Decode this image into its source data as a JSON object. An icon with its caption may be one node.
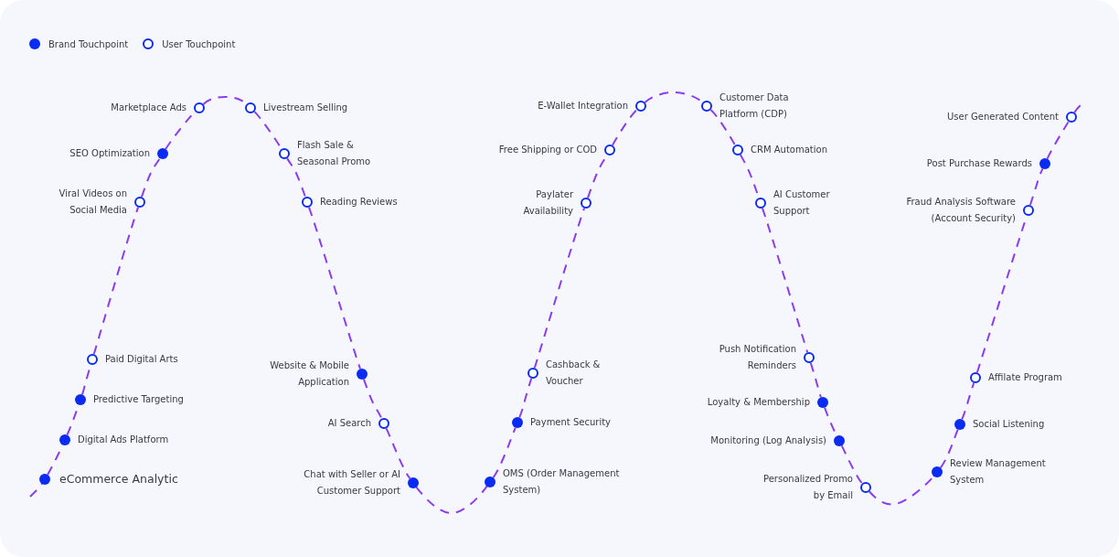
{
  "diagram": {
    "nodes": [
      {
        "text": [],
        "shape": "circle",
        "beside": [
          "eCommerce Analytic"
        ]
      },
      {
        "text": [],
        "shape": "circle",
        "beside": [
          "Digital Ads Platform"
        ]
      },
      {
        "text": [],
        "shape": "circle",
        "beside": [
          "Predictive Targeting"
        ]
      },
      {
        "text": [],
        "shape": "ring",
        "beside": [
          "Paid Digital Arts"
        ]
      },
      {
        "text": [],
        "shape": "ring",
        "beside": [
          "Viral Videos on Social Media"
        ]
      },
      {
        "text": [],
        "shape": "circle",
        "beside": [
          "SEO Optimization"
        ]
      },
      {
        "text": [],
        "shape": "ring",
        "beside": [
          "Marketplace Ads"
        ]
      },
      {
        "text": [],
        "shape": "ring",
        "beside": [
          "Livestream Selling"
        ]
      },
      {
        "text": [],
        "shape": "ring",
        "beside": [
          "Flash Sale & Seasonal Promo"
        ]
      },
      {
        "text": [],
        "shape": "ring",
        "beside": [
          "Reading Reviews"
        ]
      },
      {
        "text": [],
        "shape": "circle",
        "beside": [
          "Website & Mobile Application"
        ]
      },
      {
        "text": [],
        "shape": "ring",
        "beside": [
          "AI Search"
        ]
      },
      {
        "text": [],
        "shape": "circle",
        "beside": [
          "Chat with Seller or AI Customer Support"
        ]
      },
      {
        "text": [],
        "shape": "circle",
        "beside": [
          "OMS (Order Management System)"
        ]
      },
      {
        "text": [],
        "shape": "circle",
        "beside": [
          "Payment Security"
        ]
      },
      {
        "text": [],
        "shape": "ring",
        "beside": [
          "Cashback & Voucher"
        ]
      },
      {
        "text": [],
        "shape": "ring",
        "beside": [
          "Paylater Availability"
        ]
      },
      {
        "text": [],
        "shape": "ring",
        "beside": [
          "Free Shipping or COD"
        ]
      },
      {
        "text": [],
        "shape": "ring",
        "beside": [
          "E-Wallet Integration"
        ]
      },
      {
        "text": [],
        "shape": "ring",
        "beside": [
          "Customer Data Platform (CDP)"
        ]
      },
      {
        "text": [],
        "shape": "ring",
        "beside": [
          "CRM Automation"
        ]
      },
      {
        "text": [],
        "shape": "ring",
        "beside": [
          "AI Customer Support"
        ]
      },
      {
        "text": [],
        "shape": "ring",
        "beside": [
          "Push Notification Reminders"
        ]
      },
      {
        "text": [],
        "shape": "circle",
        "beside": [
          "Loyalty & Membership"
        ]
      },
      {
        "text": [],
        "shape": "circle",
        "beside": [
          "Monitoring (Log Analysis)"
        ]
      },
      {
        "text": [],
        "shape": "ring",
        "beside": [
          "Personalized Promo by Email"
        ]
      },
      {
        "text": [],
        "shape": "circle",
        "beside": [
          "Review Management System"
        ]
      },
      {
        "text": [],
        "shape": "circle",
        "beside": [
          "Social Listening"
        ]
      },
      {
        "text": [],
        "shape": "ring",
        "beside": [
          "Affilate Program"
        ]
      },
      {
        "text": [],
        "shape": "ring",
        "beside": [
          "Fraud Analysis Software (Account Security)"
        ]
      },
      {
        "text": [],
        "shape": "circle",
        "beside": [
          "Post Purchase Rewards"
        ]
      },
      {
        "text": [],
        "shape": "ring",
        "beside": [
          "User Generated Content"
        ]
      }
    ],
    "edges": [
      {
        "from": null,
        "to": 0,
        "arrow": "none",
        "style": "dashed"
      },
      {
        "from": 0,
        "to": 1,
        "arrow": "none",
        "style": "dashed"
      },
      {
        "from": 1,
        "to": 2,
        "arrow": "none",
        "style": "dashed"
      },
      {
        "from": 2,
        "to": 3,
        "arrow": "none",
        "style": "dashed"
      },
      {
        "from": 3,
        "to": 4,
        "arrow": "none",
        "style": "dashed"
      },
      {
        "from": 4,
        "to": 5,
        "arrow": "none",
        "style": "dashed"
      },
      {
        "from": 5,
        "to": 6,
        "arrow": "none",
        "style": "dashed"
      },
      {
        "from": 6,
        "to": 7,
        "arrow": "none",
        "style": "dashed"
      },
      {
        "from": 7,
        "to": 8,
        "arrow": "none",
        "style": "dashed"
      },
      {
        "from": 8,
        "to": 9,
        "arrow": "none",
        "style": "dashed"
      },
      {
        "from": 9,
        "to": 10,
        "arrow": "none",
        "style": "dashed"
      },
      {
        "from": 10,
        "to": 11,
        "arrow": "none",
        "style": "dashed"
      },
      {
        "from": 11,
        "to": 12,
        "arrow": "none",
        "style": "dashed"
      },
      {
        "from": 12,
        "to": 13,
        "arrow": "none",
        "style": "dashed"
      },
      {
        "from": 13,
        "to": 14,
        "arrow": "none",
        "style": "dashed"
      },
      {
        "from": 14,
        "to": 15,
        "arrow": "none",
        "style": "dashed"
      },
      {
        "from": 15,
        "to": 16,
        "arrow": "none",
        "style": "dashed"
      },
      {
        "from": 16,
        "to": 17,
        "arrow": "none",
        "style": "dashed"
      },
      {
        "from": 17,
        "to": 18,
        "arrow": "none",
        "style": "dashed"
      },
      {
        "from": 18,
        "to": 19,
        "arrow": "none",
        "style": "dashed"
      },
      {
        "from": 19,
        "to": 20,
        "arrow": "none",
        "style": "dashed"
      },
      {
        "from": 20,
        "to": 21,
        "arrow": "none",
        "style": "dashed"
      },
      {
        "from": 21,
        "to": 22,
        "arrow": "none",
        "style": "dashed"
      },
      {
        "from": 22,
        "to": 23,
        "arrow": "none",
        "style": "dashed"
      },
      {
        "from": 23,
        "to": 24,
        "arrow": "none",
        "style": "dashed"
      },
      {
        "from": 24,
        "to": 25,
        "arrow": "none",
        "style": "dashed"
      },
      {
        "from": 25,
        "to": 26,
        "arrow": "none",
        "style": "dashed"
      },
      {
        "from": 26,
        "to": 27,
        "arrow": "none",
        "style": "dashed"
      },
      {
        "from": 27,
        "to": 28,
        "arrow": "none",
        "style": "dashed"
      },
      {
        "from": 28,
        "to": 29,
        "arrow": "none",
        "style": "dashed"
      },
      {
        "from": 29,
        "to": 30,
        "arrow": "none",
        "style": "dashed"
      },
      {
        "from": 30,
        "to": 31,
        "arrow": "none",
        "style": "dashed"
      },
      {
        "from": 31,
        "to": null,
        "arrow": "none",
        "style": "dashed"
      }
    ],
    "legend": [
      {
        "text": "Brand Touchpoint",
        "color": "#0a2cf2"
      },
      {
        "text": "User Touchpoint"
      }
    ]
  }
}
